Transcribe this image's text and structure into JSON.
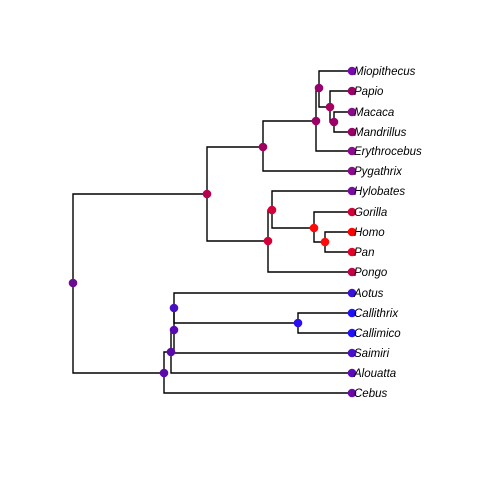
{
  "tree": {
    "nodes": [
      {
        "id": "root",
        "color": "#6a0d91"
      },
      {
        "id": "catarrhini",
        "parent": "root",
        "color": "#b5004f"
      },
      {
        "id": "cercopithecoidea",
        "parent": "catarrhini",
        "color": "#a2005e"
      },
      {
        "id": "cerco_inner",
        "parent": "cercopithecoidea",
        "color": "#9c0068"
      },
      {
        "id": "cerco_a",
        "parent": "cerco_inner",
        "color": "#96006f"
      },
      {
        "id": "cerco_b",
        "parent": "cerco_a",
        "color": "#a50062"
      },
      {
        "id": "papionini",
        "parent": "cerco_b",
        "color": "#9c006a"
      },
      {
        "id": "Miopithecus",
        "parent": "cerco_a",
        "label": "Miopithecus",
        "color": "#7a0ab0",
        "tip": true
      },
      {
        "id": "Papio",
        "parent": "cerco_b",
        "label": "Papio",
        "color": "#9a006a",
        "tip": true
      },
      {
        "id": "Macaca",
        "parent": "papionini",
        "label": "Macaca",
        "color": "#8a0a8a",
        "tip": true
      },
      {
        "id": "Mandrillus",
        "parent": "papionini",
        "label": "Mandrillus",
        "color": "#9a006a",
        "tip": true
      },
      {
        "id": "Erythrocebus",
        "parent": "cerco_inner",
        "label": "Erythrocebus",
        "color": "#8e0a90",
        "tip": true
      },
      {
        "id": "Pygathrix",
        "parent": "cercopithecoidea",
        "label": "Pygathrix",
        "color": "#8a0a8c",
        "tip": true
      },
      {
        "id": "hominoidea",
        "parent": "catarrhini",
        "color": "#d2003a"
      },
      {
        "id": "hominoid_inner",
        "parent": "hominoidea",
        "color": "#d4003a"
      },
      {
        "id": "Hylobates",
        "parent": "hominoid_inner",
        "label": "Hylobates",
        "color": "#7a0aa0",
        "tip": true
      },
      {
        "id": "homininae",
        "parent": "hominoid_inner",
        "color": "#ff0a0a"
      },
      {
        "id": "Gorilla",
        "parent": "homininae",
        "label": "Gorilla",
        "color": "#d0003a",
        "tip": true
      },
      {
        "id": "hominini",
        "parent": "homininae",
        "color": "#ff0a0a"
      },
      {
        "id": "Homo",
        "parent": "hominini",
        "label": "Homo",
        "color": "#ff0000",
        "tip": true
      },
      {
        "id": "Pan",
        "parent": "hominini",
        "label": "Pan",
        "color": "#e0002a",
        "tip": true
      },
      {
        "id": "Pongo",
        "parent": "hominoidea",
        "label": "Pongo",
        "color": "#c00048",
        "tip": true
      },
      {
        "id": "platyrrhini",
        "parent": "root",
        "color": "#5a0aa8"
      },
      {
        "id": "plat_a",
        "parent": "platyrrhini",
        "color": "#5a0aa8"
      },
      {
        "id": "plat_b",
        "parent": "plat_a",
        "color": "#5a0ab0"
      },
      {
        "id": "plat_c",
        "parent": "plat_b",
        "color": "#4a10c0"
      },
      {
        "id": "Aotus",
        "parent": "plat_c",
        "label": "Aotus",
        "color": "#3a10d8",
        "tip": true
      },
      {
        "id": "callitrichinae",
        "parent": "plat_c",
        "color": "#2a10f0"
      },
      {
        "id": "Callithrix",
        "parent": "callitrichinae",
        "label": "Callithrix",
        "color": "#2010f8",
        "tip": true
      },
      {
        "id": "Callimico",
        "parent": "callitrichinae",
        "label": "Callimico",
        "color": "#2010f8",
        "tip": true
      },
      {
        "id": "Saimiri",
        "parent": "plat_b",
        "label": "Saimiri",
        "color": "#4a10c8",
        "tip": true
      },
      {
        "id": "Alouatta",
        "parent": "plat_a",
        "label": "Alouatta",
        "color": "#5a0ab8",
        "tip": true
      },
      {
        "id": "Cebus",
        "parent": "platyrrhini",
        "label": "Cebus",
        "color": "#6a0aa8",
        "tip": true
      }
    ]
  }
}
